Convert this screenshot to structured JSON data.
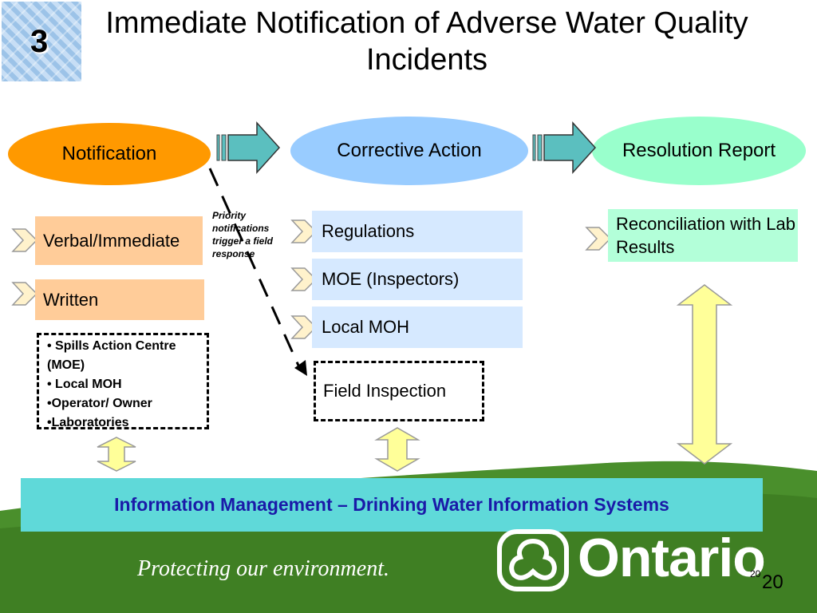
{
  "title": "Immediate Notification of Adverse Water Quality Incidents",
  "badge_number": "3",
  "stages": {
    "notification": "Notification",
    "corrective_action": "Corrective Action",
    "resolution_report": "Resolution Report"
  },
  "notification_items": {
    "verbal": "Verbal/Immediate",
    "written": "Written",
    "contacts": [
      "• Spills Action Centre (MOE)",
      "• Local MOH",
      "•Operator/ Owner",
      "•Laboratories"
    ]
  },
  "priority_note": [
    "Priority",
    "notifications",
    "trigger a field",
    "response"
  ],
  "corrective_items": {
    "regulations": "Regulations",
    "moe": "MOE (Inspectors)",
    "local_moh": "Local MOH",
    "field_inspection": "Field Inspection"
  },
  "resolution_items": {
    "reconciliation": "Reconciliation with Lab Results"
  },
  "banner": "Information Management – Drinking Water Information Systems",
  "footer": {
    "tagline": "Protecting our environment.",
    "brand": "Ontario",
    "page_number_small": "20",
    "page_number": "20"
  },
  "colors": {
    "notification": "#ff9900",
    "corrective_action": "#99ccff",
    "resolution_report": "#99ffcc",
    "banner": "#5fd9d9",
    "banner_text": "#1a1aa8",
    "ground": "#4a8f2c"
  },
  "icons": [
    "block-arrow-right-icon",
    "chevron-bullet-icon",
    "double-arrow-vertical-icon",
    "ontario-trillium-logo-icon"
  ]
}
